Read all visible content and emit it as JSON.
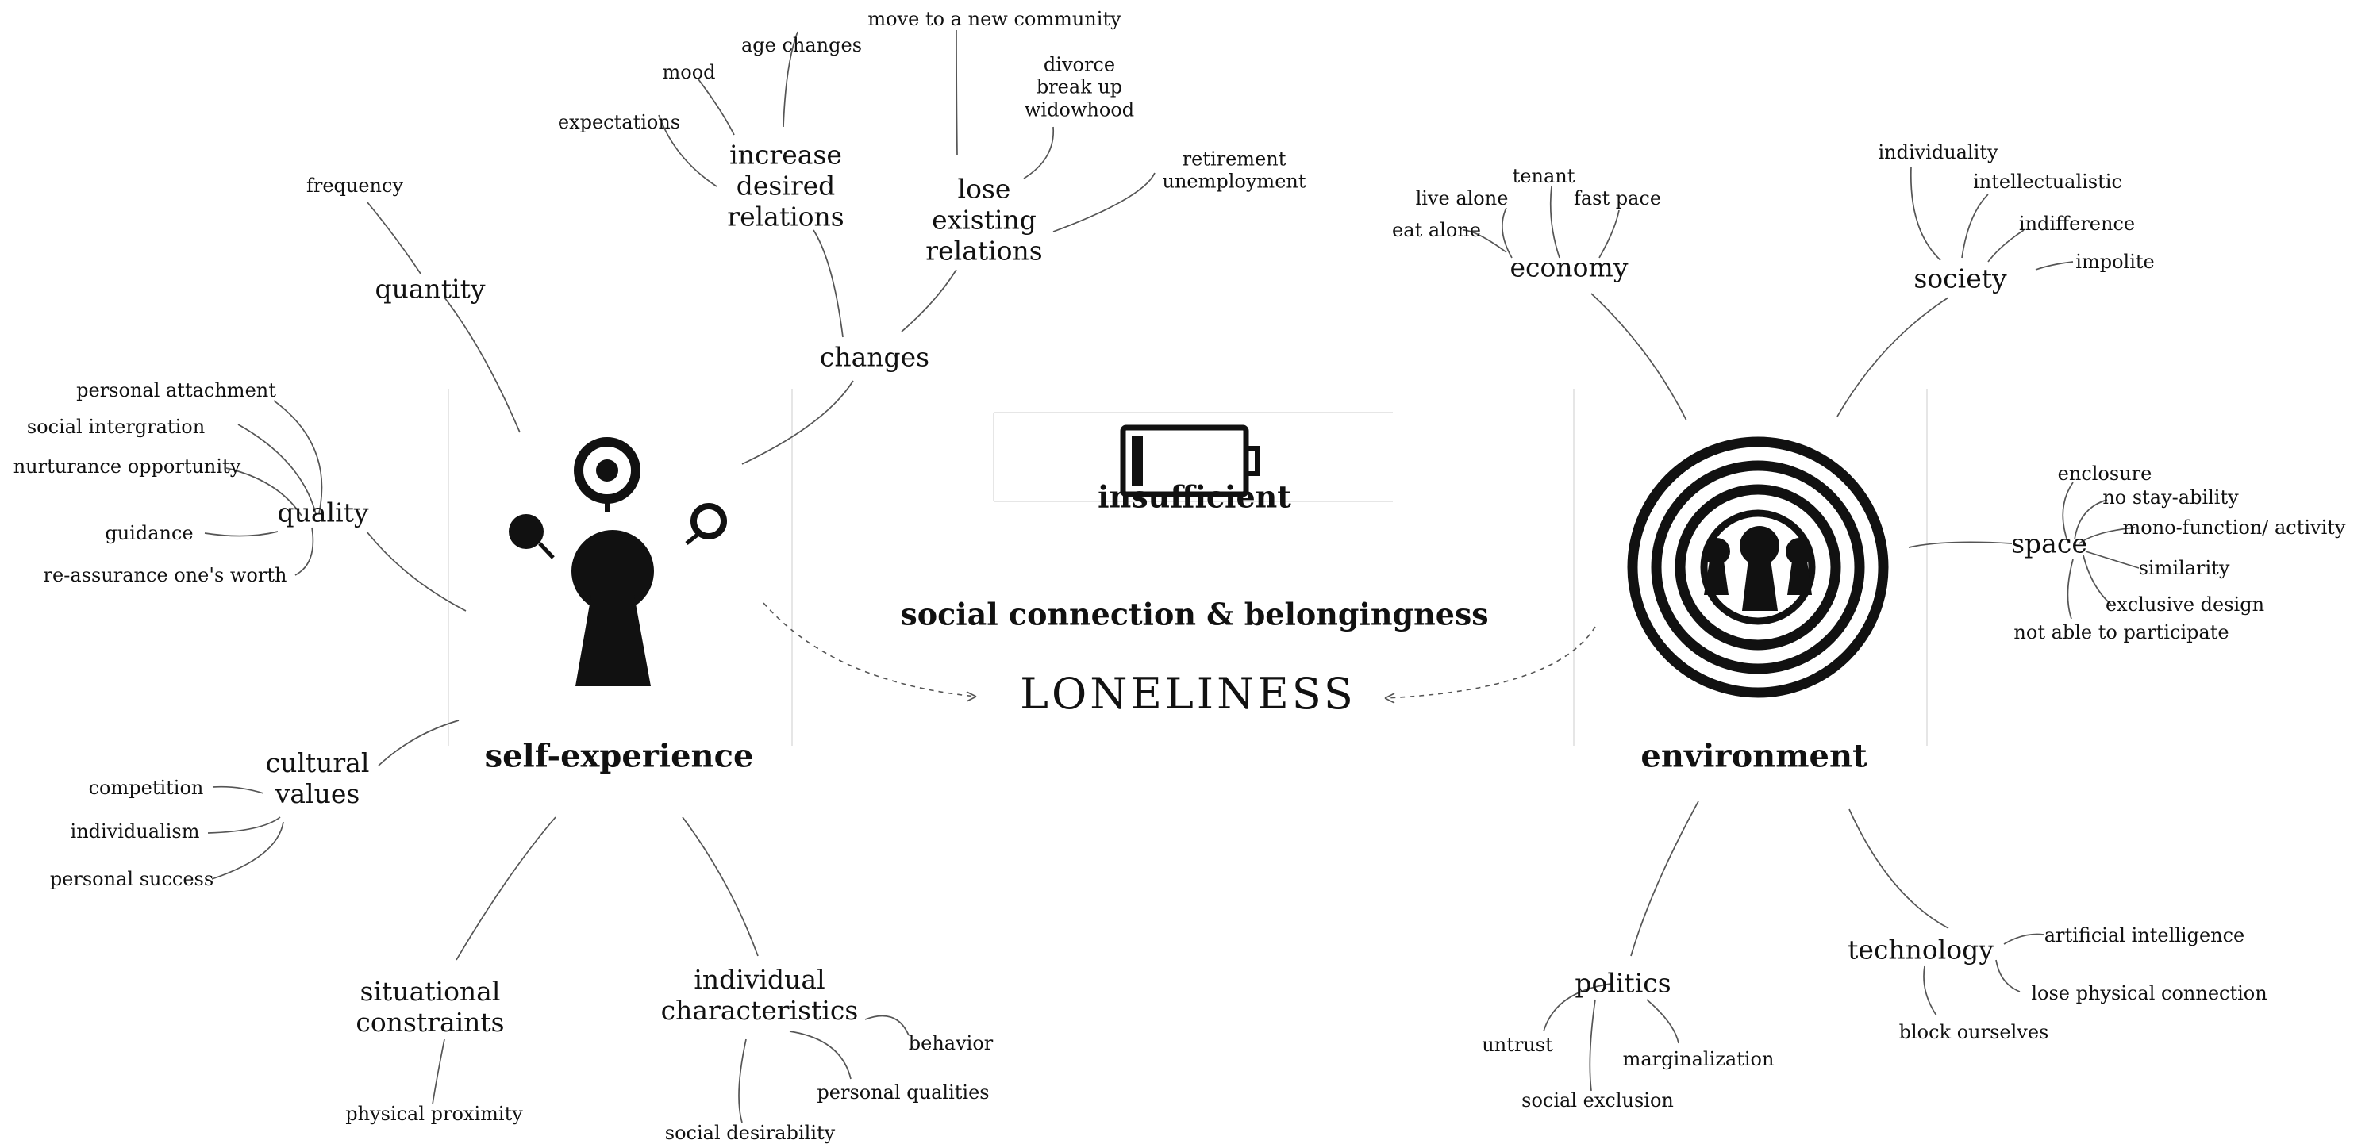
{
  "center": {
    "title": "LONELINESS",
    "subtitle_line1": "insufficient",
    "subtitle_line2": "social connection & belongingness"
  },
  "hubs": {
    "self": "self-experience",
    "env": "environment"
  },
  "labels": {
    "quantity": "quantity",
    "frequency": "frequency",
    "quality": "quality",
    "personal_attachment": "personal attachment",
    "social_integration": "social intergration",
    "nurturance": "nurturance opportunity",
    "guidance": "guidance",
    "reassurance": "re-assurance one's worth",
    "changes": "changes",
    "increase": "increase\ndesired\nrelations",
    "expectations": "expectations",
    "mood": "mood",
    "age_changes": "age changes",
    "lose": "lose\nexisting\nrelations",
    "move": "move to a new community",
    "divorce": "divorce\nbreak up\nwidowhood",
    "retirement": "retirement\nunemployment",
    "cultural": "cultural\nvalues",
    "competition": "competition",
    "individualism": "individualism",
    "personal_success": "personal success",
    "situational": "situational\nconstraints",
    "physical_proximity": "physical proximity",
    "individual": "individual\ncharacteristics",
    "behavior": "behavior",
    "personal_qualities": "personal qualities",
    "social_desirability": "social desirability",
    "economy": "economy",
    "tenant": "tenant",
    "live_alone": "live alone",
    "fast_pace": "fast pace",
    "eat_alone": "eat alone",
    "society": "society",
    "individuality": "individuality",
    "intellectualistic": "intellectualistic",
    "indifference": "indifference",
    "impolite": "impolite",
    "space": "space",
    "enclosure": "enclosure",
    "no_stay": "no stay-ability",
    "mono_function": "mono-function/ activity",
    "similarity": "similarity",
    "exclusive_design": "exclusive design",
    "not_able": "not able to participate",
    "politics": "politics",
    "untrust": "untrust",
    "marginalization": "marginalization",
    "social_exclusion": "social exclusion",
    "technology": "technology",
    "ai": "artificial intelligence",
    "lose_physical": "lose physical connection",
    "block_ourselves": "block ourselves"
  },
  "icons": {
    "self": "keyhole-person-icon",
    "battery": "low-battery-icon",
    "env": "concentric-keyhole-icon"
  },
  "colors": {
    "ink": "#111111",
    "line": "#555555"
  }
}
